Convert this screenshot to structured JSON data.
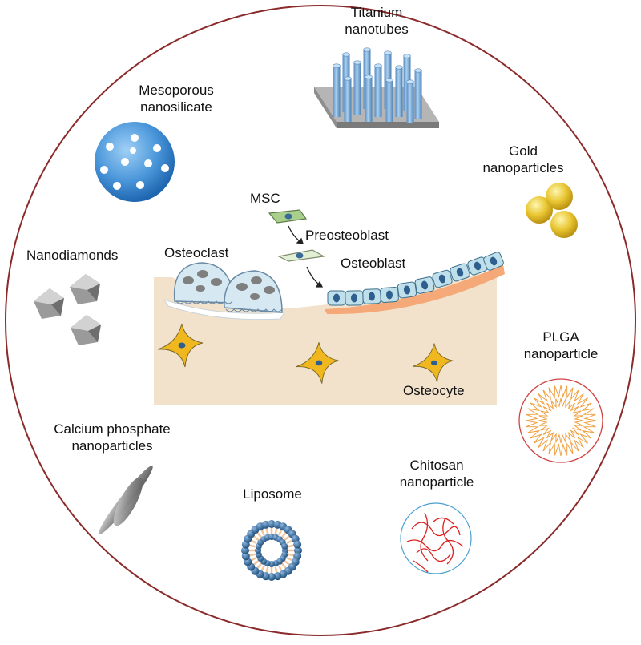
{
  "labels": {
    "titanium": [
      "Titanium",
      "nanotubes"
    ],
    "mesoporous": [
      "Mesoporous",
      "nanosilicate"
    ],
    "gold": [
      "Gold",
      "nanoparticles"
    ],
    "nanodiamonds": "Nanodiamonds",
    "plga": [
      "PLGA",
      "nanoparticle"
    ],
    "calcium": [
      "Calcium phosphate",
      "nanoparticles"
    ],
    "liposome": "Liposome",
    "chitosan": [
      "Chitosan",
      "nanoparticle"
    ],
    "msc": "MSC",
    "preosteoblast": "Preosteoblast",
    "osteoblast": "Osteoblast",
    "osteoclast": "Osteoclast",
    "osteocyte": "Osteocyte"
  },
  "colors": {
    "circle_outline": "#8b2a2a",
    "bone_matrix": "#f2e2cc",
    "osteoblast_fill": "#bfe0ea",
    "osteocyte_fill": "#f0b81e",
    "gold": "#e8c531",
    "plga": "#f0a040",
    "chitosan_strands": "#dd2222",
    "liposome_head": "#3a6ea5",
    "liposome_tail": "#f2c49b",
    "nanosilicate": "#4a96da",
    "titanium_tube": "#7fb0da"
  }
}
